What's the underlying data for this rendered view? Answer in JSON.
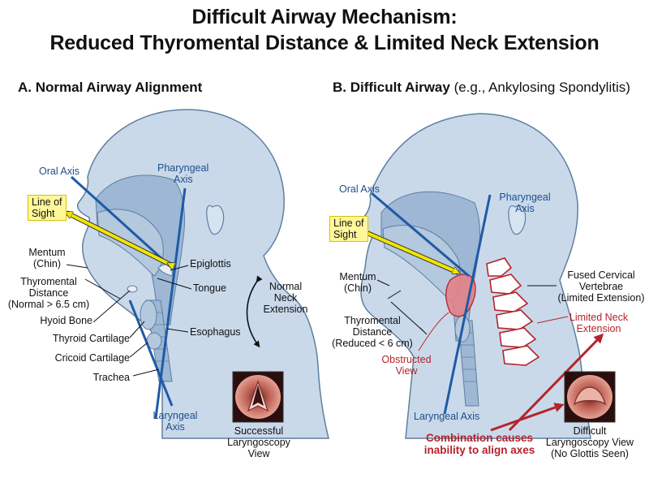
{
  "title": {
    "line1": "Difficult Airway Mechanism:",
    "line2": "Reduced Thyromental Distance & Limited Neck Extension"
  },
  "panel_a": {
    "heading": "A. Normal Airway Alignment",
    "labels": {
      "oral_axis": "Oral Axis",
      "pharyngeal_axis_1": "Pharyngeal",
      "pharyngeal_axis_2": "Axis",
      "line_of_sight_1": "Line of",
      "line_of_sight_2": "Sight",
      "mentum_1": "Mentum",
      "mentum_2": "(Chin)",
      "thyromental_1": "Thyromental",
      "thyromental_2": "Distance",
      "thyromental_3": "(Normal > 6.5 cm)",
      "hyoid": "Hyoid Bone",
      "thyroid_cartilage": "Thyroid Cartilage",
      "cricoid_cartilage": "Cricoid Cartilage",
      "trachea": "Trachea",
      "epiglottis": "Epiglottis",
      "tongue": "Tongue",
      "esophagus": "Esophagus",
      "normal_neck_1": "Normal",
      "normal_neck_2": "Neck",
      "normal_neck_3": "Extension",
      "laryngeal_axis_1": "Laryngeal",
      "laryngeal_axis_2": "Axis",
      "view_1": "Successful",
      "view_2": "Laryngoscopy",
      "view_3": "View"
    }
  },
  "panel_b": {
    "heading_bold": "B. Difficult Airway",
    "heading_rest": " (e.g., Ankylosing Spondylitis)",
    "labels": {
      "oral_axis": "Oral Axis",
      "pharyngeal_axis_1": "Pharyngeal",
      "pharyngeal_axis_2": "Axis",
      "line_of_sight_1": "Line of",
      "line_of_sight_2": "Sight",
      "mentum_1": "Mentum",
      "mentum_2": "(Chin)",
      "thyromental_1": "Thyromental",
      "thyromental_2": "Distance",
      "thyromental_3": "(Reduced < 6 cm)",
      "obstructed_1": "Obstructed",
      "obstructed_2": "View",
      "fused_1": "Fused Cervical",
      "fused_2": "Vertebrae",
      "fused_3": "(Limited Extension)",
      "limited_1": "Limited Neck",
      "limited_2": "Extension",
      "laryngeal_axis": "Laryngeal Axis",
      "combo_1": "Combination causes",
      "combo_2": "inability to align axes",
      "view_1": "Difficult",
      "view_2": "Laryngoscopy View",
      "view_3": "(No Glottis Seen)"
    }
  },
  "colors": {
    "skin": "#c9d9ea",
    "skin_outline": "#5f7f9f",
    "axis_blue": "#1f5aa6",
    "sight_yellow": "#f2e600",
    "warning_red": "#b5232a"
  }
}
